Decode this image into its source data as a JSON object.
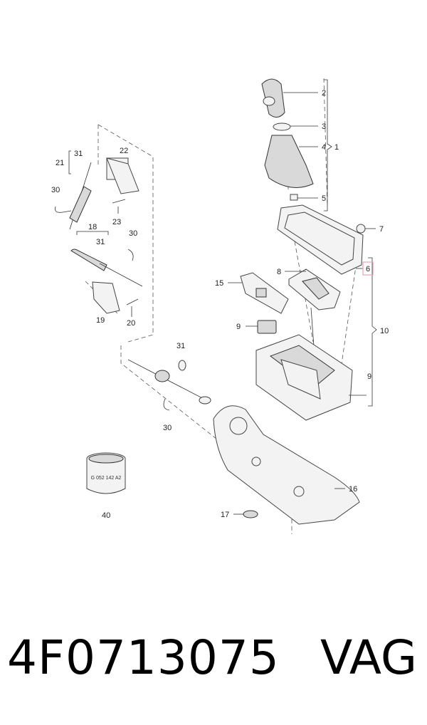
{
  "diagram": {
    "callouts": [
      {
        "id": "c1",
        "text": "1"
      },
      {
        "id": "c2",
        "text": "2"
      },
      {
        "id": "c3",
        "text": "3"
      },
      {
        "id": "c4",
        "text": "4"
      },
      {
        "id": "c5",
        "text": "5"
      },
      {
        "id": "c6",
        "text": "6",
        "highlighted": true
      },
      {
        "id": "c7",
        "text": "7"
      },
      {
        "id": "c8",
        "text": "8"
      },
      {
        "id": "c9a",
        "text": "9"
      },
      {
        "id": "c9b",
        "text": "9"
      },
      {
        "id": "c10",
        "text": "10"
      },
      {
        "id": "c15",
        "text": "15"
      },
      {
        "id": "c16",
        "text": "16"
      },
      {
        "id": "c17",
        "text": "17"
      },
      {
        "id": "c18",
        "text": "18"
      },
      {
        "id": "c19",
        "text": "19"
      },
      {
        "id": "c20",
        "text": "20"
      },
      {
        "id": "c21",
        "text": "21"
      },
      {
        "id": "c22",
        "text": "22"
      },
      {
        "id": "c23",
        "text": "23"
      },
      {
        "id": "c30a",
        "text": "30"
      },
      {
        "id": "c30b",
        "text": "30"
      },
      {
        "id": "c30c",
        "text": "30"
      },
      {
        "id": "c31a",
        "text": "31"
      },
      {
        "id": "c31b",
        "text": "31"
      },
      {
        "id": "c31c",
        "text": "31"
      },
      {
        "id": "c40",
        "text": "40"
      }
    ],
    "ring_marking": "G 052 142 A2",
    "highlight_color": "#e8a0b4"
  },
  "footer": {
    "part_number": "4F0713075",
    "brand": "VAG"
  }
}
